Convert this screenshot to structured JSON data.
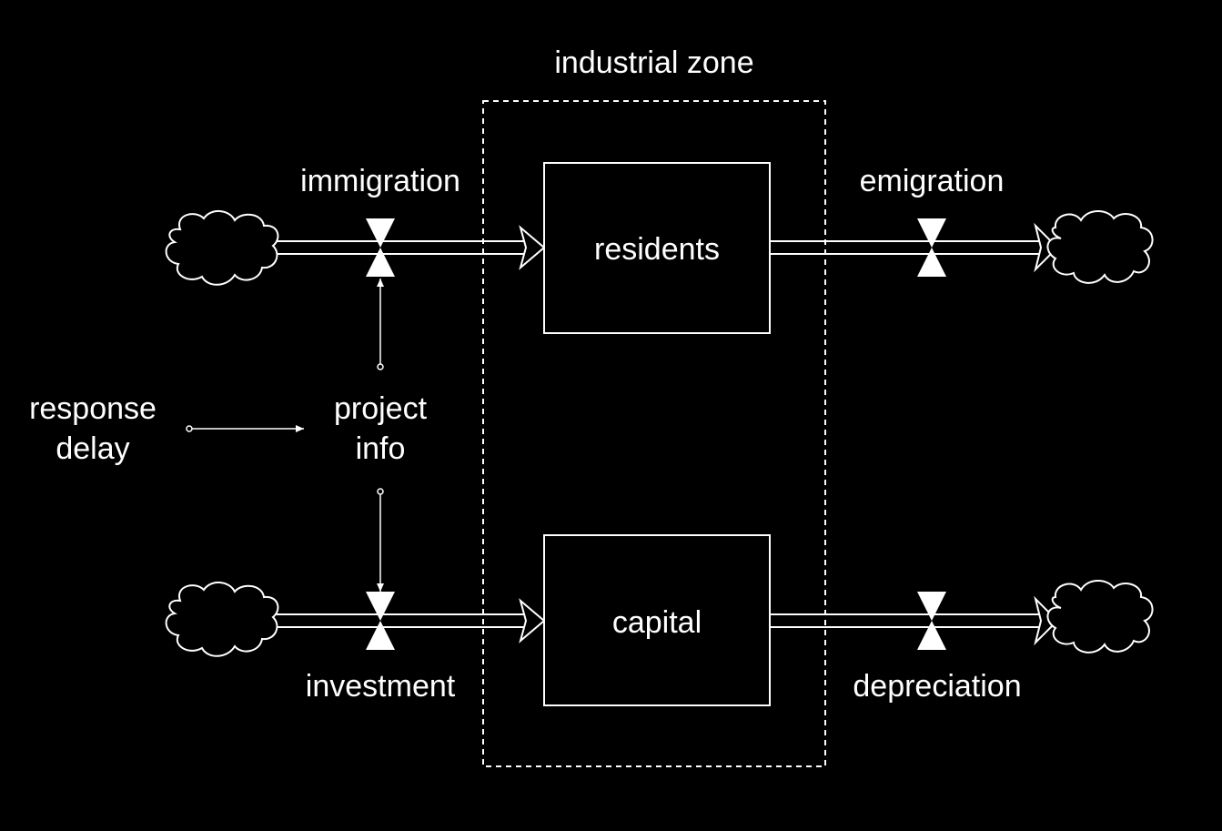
{
  "diagram": {
    "zone_label": "industrial zone",
    "stocks": {
      "residents": "residents",
      "capital": "capital"
    },
    "flows": {
      "immigration": "immigration",
      "emigration": "emigration",
      "investment": "investment",
      "depreciation": "depreciation"
    },
    "auxiliaries": {
      "response_delay_line1": "response",
      "response_delay_line2": "delay",
      "project_info_line1": "project",
      "project_info_line2": "info"
    }
  },
  "colors": {
    "background": "#000000",
    "foreground": "#ffffff"
  }
}
